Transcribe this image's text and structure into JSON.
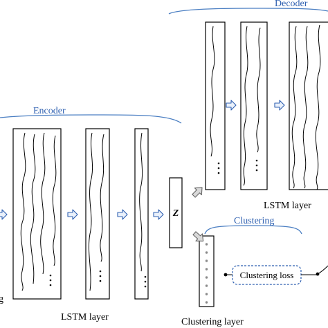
{
  "colors": {
    "bracket": "#4a7ec2",
    "label_blue": "#2d5fb0",
    "arrow_blue_fill": "#eaf1fb",
    "arrow_blue_stroke": "#2d5fb0",
    "arrow_gray_fill": "#d9d9d9",
    "arrow_gray_stroke": "#666666",
    "stroke": "#000000",
    "loss_border": "#2d5fb0"
  },
  "encoder": {
    "label": "Encoder"
  },
  "decoder": {
    "label": "Decoder"
  },
  "clustering": {
    "label": "Clustering"
  },
  "latent": {
    "symbol": "Z"
  },
  "labels": {
    "lstm_layer_bottom": "LSTM layer",
    "lstm_layer_right": "LSTM layer",
    "clustering_layer": "Clustering layer",
    "clustering_loss": "Clustering loss",
    "cut_left": "g"
  },
  "icons": {
    "flow_arrow": "hollow-right-arrow-icon",
    "branch_arrow": "gray-diagonal-arrow-icon",
    "continuation": "vertical-dots-icon"
  }
}
